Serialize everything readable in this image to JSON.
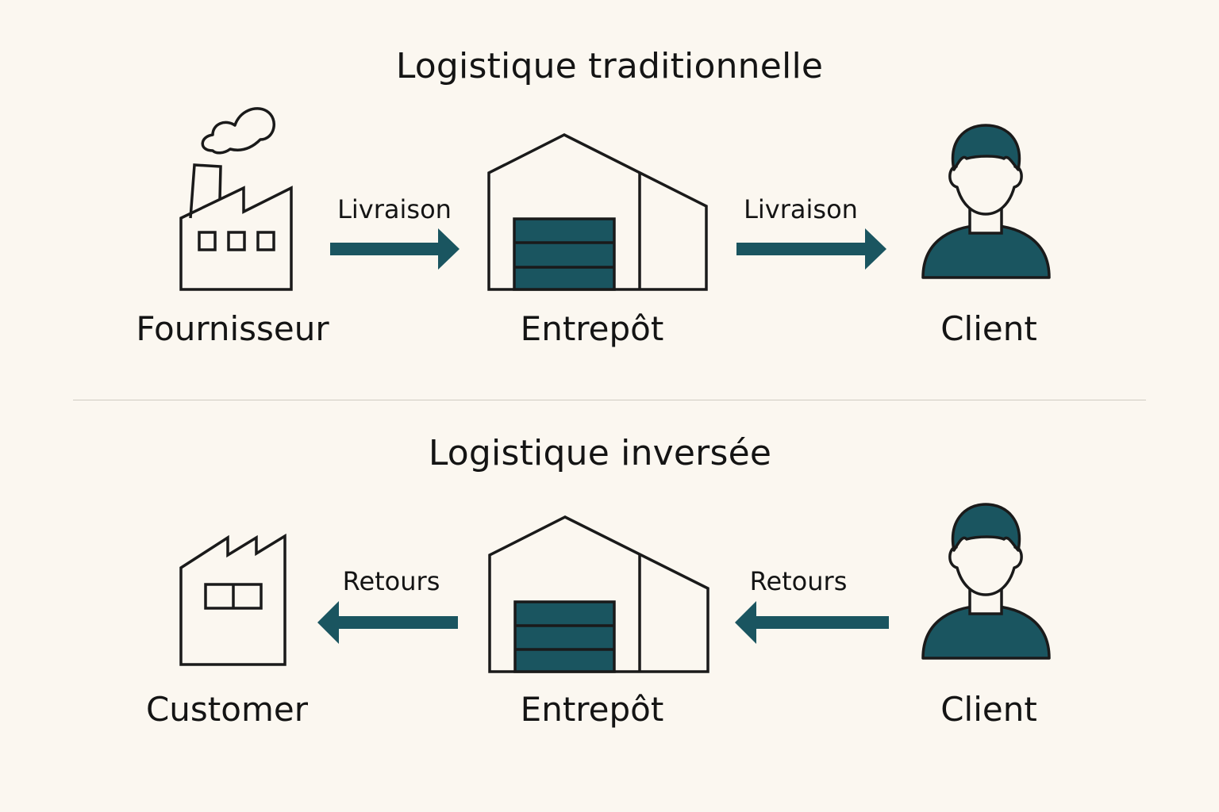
{
  "colors": {
    "background": "#fbf7f0",
    "accent": "#1a5560",
    "stroke": "#1a1a1a",
    "divider": "#cfcac2"
  },
  "traditional": {
    "title": "Logistique traditionnelle",
    "nodes": {
      "supplier": {
        "label": "Fournisseur",
        "icon": "factory-icon"
      },
      "warehouse": {
        "label": "Entrepôt",
        "icon": "warehouse-icon"
      },
      "client": {
        "label": "Client",
        "icon": "person-icon"
      }
    },
    "edges": [
      {
        "label": "Livraison",
        "direction": "right"
      },
      {
        "label": "Livraison",
        "direction": "right"
      }
    ]
  },
  "reverse": {
    "title": "Logistique inversée",
    "nodes": {
      "customer": {
        "label": "Customer",
        "icon": "factory-icon"
      },
      "warehouse": {
        "label": "Entrepôt",
        "icon": "warehouse-icon"
      },
      "client": {
        "label": "Client",
        "icon": "person-icon"
      }
    },
    "edges": [
      {
        "label": "Retours",
        "direction": "left"
      },
      {
        "label": "Retours",
        "direction": "left"
      }
    ]
  }
}
